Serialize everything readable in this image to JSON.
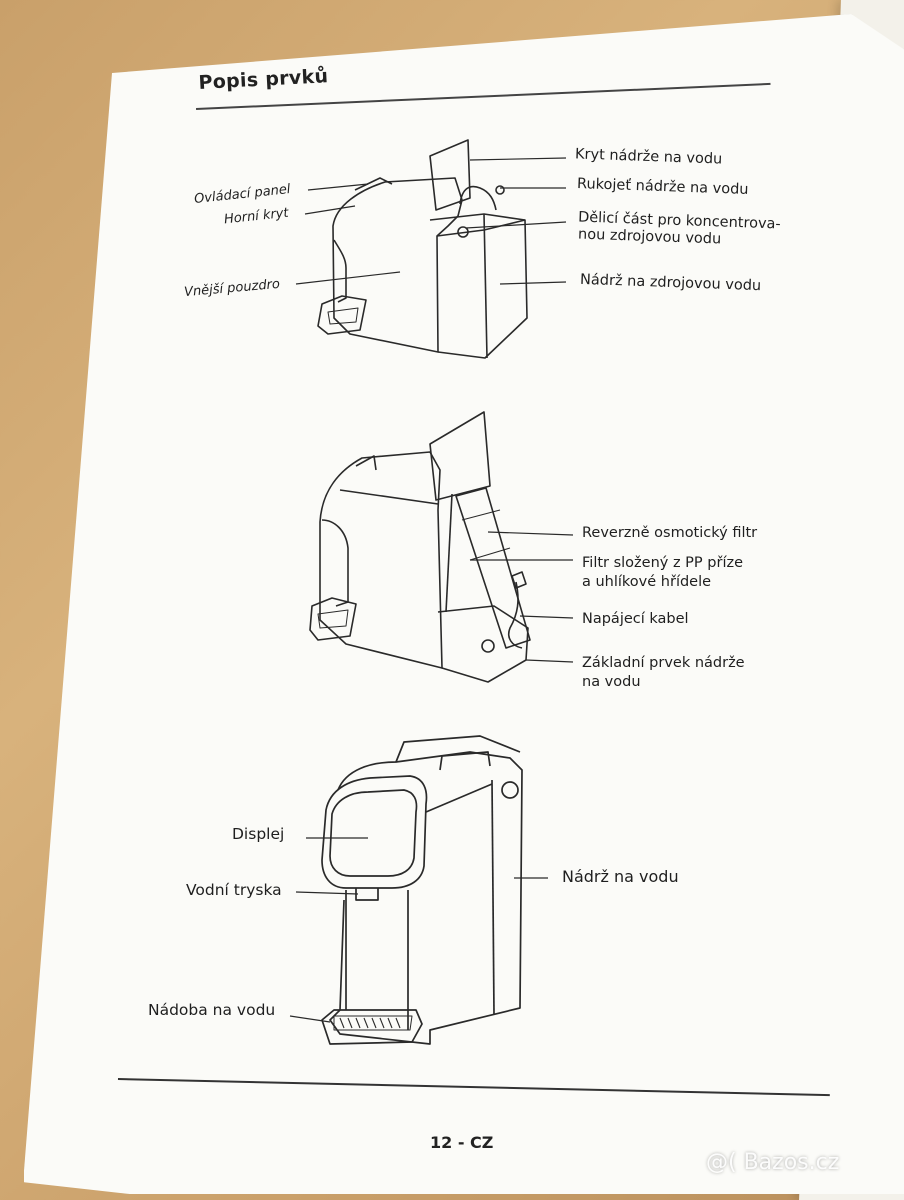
{
  "section_title": "Popis prvků",
  "diagram1": {
    "left_labels": [
      "Ovládací panel",
      "Horní kryt",
      "Vnější pouzdro"
    ],
    "right_labels": [
      "Kryt nádrže na vodu",
      "Rukojeť nádrže na vodu",
      "Dělicí část pro koncentrova-",
      "nou zdrojovou vodu",
      "Nádrž na zdrojovou vodu"
    ]
  },
  "diagram2": {
    "right_labels": [
      "Reverzně osmotický filtr",
      "Filtr složený z PP příze",
      "a uhlíkové hřídele",
      "Napájecí kabel",
      "Základní prvek nádrže",
      "na vodu"
    ]
  },
  "diagram3": {
    "left_labels": [
      "Displej",
      "Vodní tryska",
      "Nádoba na vodu"
    ],
    "right_labels": [
      "Nádrž na vodu"
    ]
  },
  "footer": {
    "page_number": "12 - CZ"
  },
  "watermark": "@( Bazos.cz"
}
